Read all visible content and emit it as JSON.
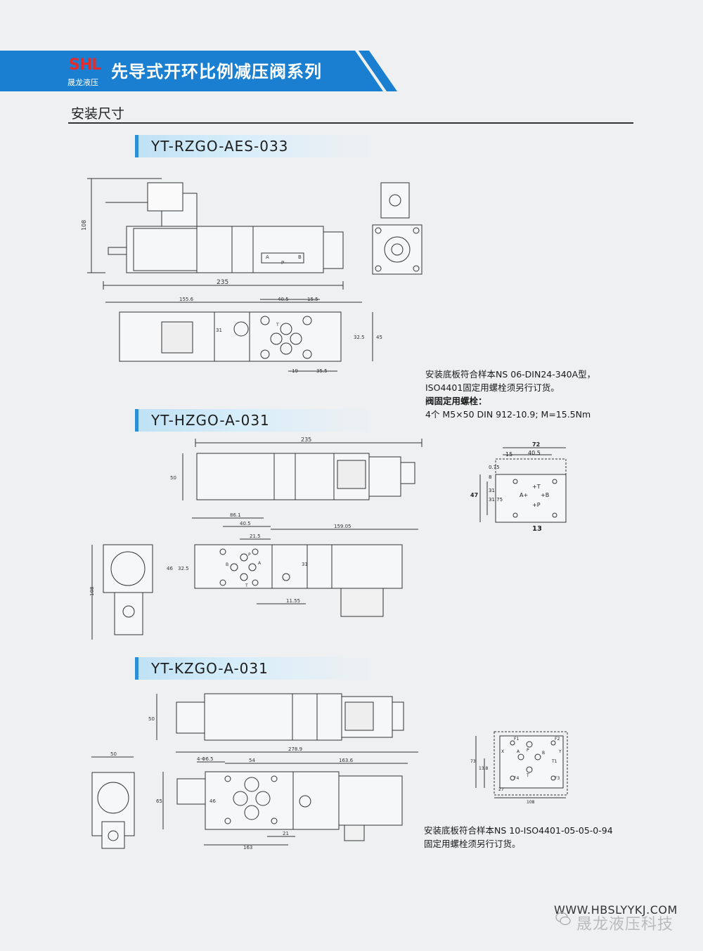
{
  "header": {
    "logo_text": "SHL",
    "logo_sub": "晟龙液压",
    "title": "先导式开环比例减压阀系列",
    "band_color": "#1a7fd0"
  },
  "section": {
    "title": "安装尺寸"
  },
  "models": [
    {
      "name": "YT-RZGO-AES-033"
    },
    {
      "name": "YT-HZGO-A-031"
    },
    {
      "name": "YT-KZGO-A-031"
    }
  ],
  "drawing1": {
    "height": "108",
    "length": "235",
    "d_155": "155.6",
    "d_40": "40.5",
    "d_15": "15.5",
    "d_31": "31",
    "d_32": "32.5",
    "d_45": "45",
    "d_19": "19",
    "d_35": "35.5",
    "port_a": "A",
    "port_b": "B",
    "port_p": "P",
    "port_t": "T"
  },
  "drawing2": {
    "length": "235",
    "height": "50",
    "d_86": "86.1",
    "d_40": "40.5",
    "d_21": "21.5",
    "d_159": "159.05",
    "d_46": "46",
    "d_32": "32.5",
    "d_31": "31",
    "d_11": "11.55",
    "side_108": "108",
    "port_a": "A",
    "port_b": "B",
    "port_p": "P",
    "port_t": "T"
  },
  "drawing3": {
    "height": "50",
    "width": "50",
    "d_278": "278.9",
    "d_hole": "4-Φ6.5",
    "d_54": "54",
    "d_163": "163.6",
    "d_65": "65",
    "d_46": "46",
    "d_21": "21",
    "d_163b": "163"
  },
  "plate1": {
    "w72": "72",
    "w40": "40.5",
    "w15": "15",
    "h47": "47",
    "h31_75": "31.75",
    "h31": "31",
    "h0_75": "0.75",
    "h8": "8",
    "bottom": "13",
    "port_t": "+T",
    "port_a": "A+",
    "port_b": "+B",
    "port_p": "+P"
  },
  "plate2": {
    "h73": "73",
    "h13": "13.8",
    "w27": "27",
    "w108": "108",
    "f1": "F1",
    "f2": "F2",
    "f3": "F3",
    "f4": "F4",
    "x": "X",
    "y": "Y",
    "a": "A",
    "b": "B",
    "p": "P",
    "t": "T",
    "t1": "T1"
  },
  "notes": {
    "note1": [
      "安装底板符合样本NS 06-DIN24-340A型，",
      "ISO4401固定用螺栓须另行订货。",
      "阀固定用螺栓：",
      "4个 M5×50 DIN 912-10.9; M=15.5Nm"
    ],
    "note2": [
      "安装底板符合样本NS 10-ISO4401-05-05-0-94",
      "固定用螺栓须另行订货。"
    ]
  },
  "footer": {
    "url": "WWW.HBSLYYKJ.COM",
    "brand": "晟龙液压科技"
  }
}
